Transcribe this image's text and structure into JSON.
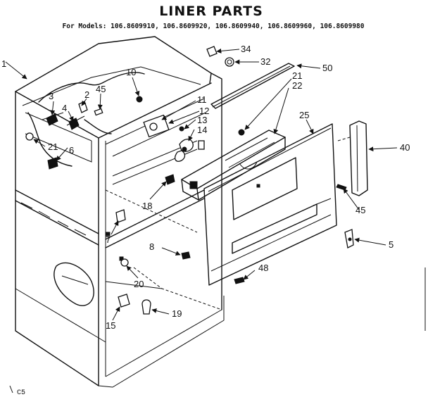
{
  "title": "LINER PARTS",
  "models_line": "For Models: 106.8609910, 106.8609920, 106.8609940, 106.8609960, 106.8609980",
  "footer_code": "C5",
  "callouts": [
    "1",
    "34",
    "32",
    "50",
    "10",
    "3",
    "2",
    "45",
    "11",
    "12",
    "21",
    "22",
    "13",
    "4",
    "14",
    "25",
    "40",
    "21",
    "6",
    "18",
    "45",
    "7",
    "8",
    "5",
    "20",
    "48",
    "15",
    "19"
  ]
}
